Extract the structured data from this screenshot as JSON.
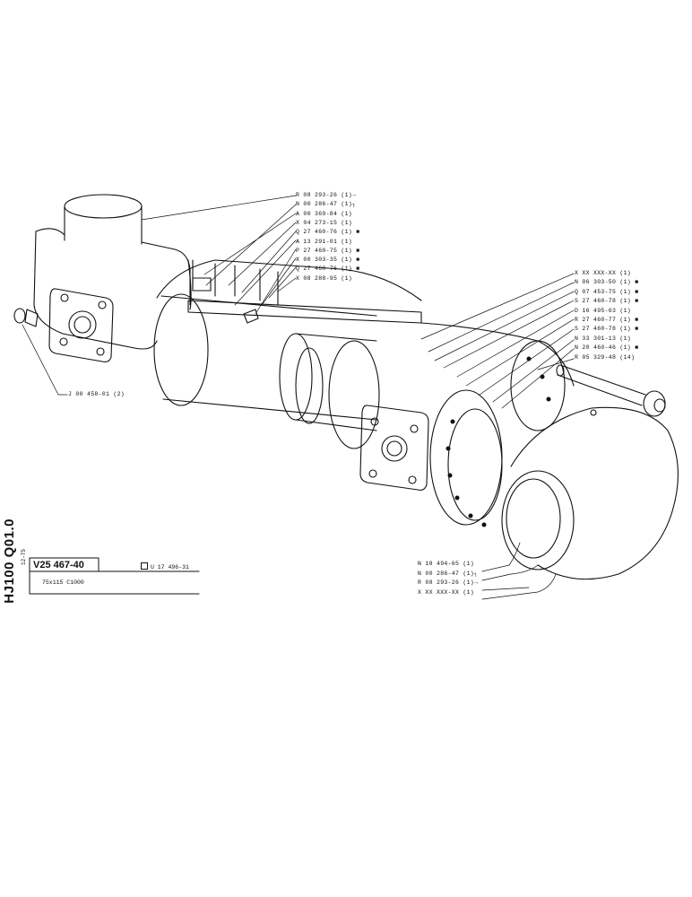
{
  "title_block": {
    "side_code": "HJ100 Q01.0",
    "side_date": "12-75",
    "drawing_number": "V25 467-40",
    "reference": "U 17 496-31",
    "description": "75x115 C1000"
  },
  "callouts_top": [
    {
      "text": "R 08 293-26 (1)",
      "marker": "arrow"
    },
    {
      "text": "N 00 286-47 (1)",
      "marker": "bracket"
    },
    {
      "text": "A 00 369-84 (1)",
      "marker": ""
    },
    {
      "text": "X 04 273-15 (1)",
      "marker": ""
    },
    {
      "text": "Q 27 460-76 (1)",
      "marker": "square"
    },
    {
      "text": "A 13 291-01 (1)",
      "marker": ""
    },
    {
      "text": "P 27 460-75 (1)",
      "marker": "square"
    },
    {
      "text": "X 00 303-35 (1)",
      "marker": "square"
    },
    {
      "text": "Q 27 460-76 (1)",
      "marker": "square"
    },
    {
      "text": "X 08 288-95 (1)",
      "marker": ""
    }
  ],
  "callouts_right": [
    {
      "text": "X XX XXX-XX (1)",
      "marker": ""
    },
    {
      "text": "N 06 303-50 (1)",
      "marker": "square"
    },
    {
      "text": "Q 07 453-75 (1)",
      "marker": "square"
    },
    {
      "text": "S 27 460-78 (1)",
      "marker": "square"
    },
    {
      "text": "D 16 495-63 (1)",
      "marker": ""
    },
    {
      "text": "R 27 460-77 (1)",
      "marker": "square"
    },
    {
      "text": "S 27 460-78 (1)",
      "marker": "square"
    },
    {
      "text": "N 33 301-13 (1)",
      "marker": ""
    },
    {
      "text": "N 20 460-46 (1)",
      "marker": "square"
    },
    {
      "text": "R 05 329-48 (14)",
      "marker": ""
    }
  ],
  "callouts_bottom": [
    {
      "text": "N 18 494-65 (1)",
      "marker": ""
    },
    {
      "text": "N 00 286-47 (1)",
      "marker": "bracket"
    },
    {
      "text": "R 08 293-26 (1)",
      "marker": "arrow"
    },
    {
      "text": "X XX XXX-XX (1)",
      "marker": ""
    }
  ],
  "callout_left": {
    "text": "J 00 458-01 (2)",
    "marker": ""
  },
  "marker_square": "■"
}
